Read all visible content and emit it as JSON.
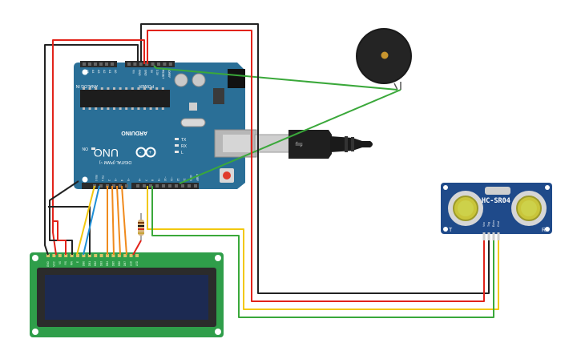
{
  "arduino": {
    "brand": "ARDUINO",
    "model": "UNO",
    "power_header_label": "POWER",
    "analog_header_label": "ANALOG IN",
    "digital_header_label": "DIGITAL (PWM ~)",
    "power_pins": [
      "IOREF",
      "RESET",
      "3.3V",
      "5V",
      "GND",
      "GND",
      "Vin"
    ],
    "analog_pins": [
      "A0",
      "A1",
      "A2",
      "A3",
      "A4",
      "A5"
    ],
    "digital_pins": [
      "AREF",
      "GND",
      "13",
      "12",
      "~11",
      "~10",
      "~9",
      "8",
      "7",
      "~6",
      "~5",
      "4",
      "~3",
      "2",
      "TX 1",
      "RX 0"
    ],
    "led_labels": [
      "ON",
      "L",
      "TX",
      "RX"
    ],
    "board_color": "#2a6f97"
  },
  "ultrasonic": {
    "model": "HC-SR04",
    "pins": [
      "Vcc",
      "Trig",
      "Echo",
      "Gnd"
    ],
    "left_mark": "T",
    "right_mark": "R"
  },
  "lcd": {
    "pins": [
      "GND",
      "VCC",
      "V0",
      "RS",
      "RW",
      "E",
      "DB0",
      "DB1",
      "DB2",
      "DB3",
      "DB4",
      "DB5",
      "DB6",
      "DB7",
      "LED",
      "LED"
    ],
    "pcb_color": "#2f9e4a",
    "screen_color": "#1c2a52"
  },
  "wire_colors": {
    "red": "#e2231a",
    "black": "#222222",
    "green": "#3aa83a",
    "yellow": "#f2c80f",
    "orange": "#f08a1c",
    "blue": "#1f8fd6"
  }
}
